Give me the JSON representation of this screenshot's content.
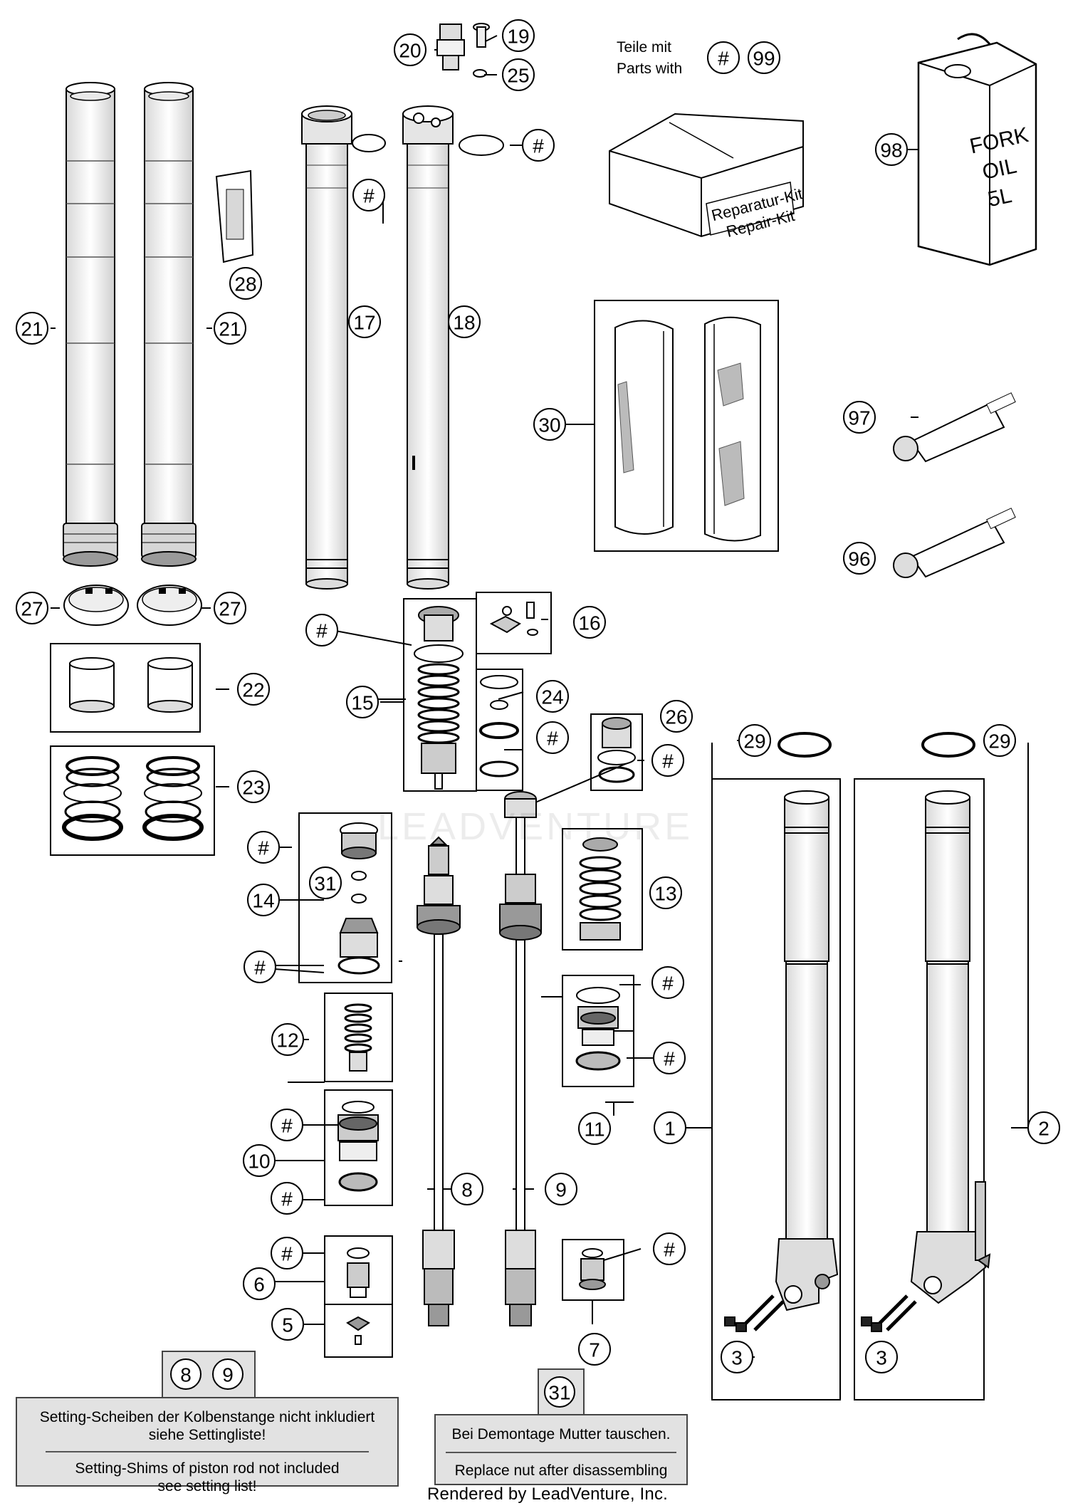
{
  "parts_note": {
    "line1": "Teile mit",
    "line2": "Parts with",
    "ref_hash": "#",
    "ref_kit": "99"
  },
  "callouts": {
    "c1": "1",
    "c2": "2",
    "c3": "3",
    "c5": "5",
    "c6": "6",
    "c7": "7",
    "c8": "8",
    "c9": "9",
    "c10": "10",
    "c11": "11",
    "c12": "12",
    "c13": "13",
    "c14": "14",
    "c15": "15",
    "c16": "16",
    "c17": "17",
    "c18": "18",
    "c19": "19",
    "c20": "20",
    "c21": "21",
    "c22": "22",
    "c23": "23",
    "c24": "24",
    "c25": "25",
    "c26": "26",
    "c27": "27",
    "c28": "28",
    "c29": "29",
    "c30": "30",
    "c31": "31",
    "c96": "96",
    "c97": "97",
    "c98": "98",
    "hash": "#"
  },
  "oil_can": {
    "line1": "FORK",
    "line2": "OIL",
    "line3": "5L"
  },
  "repair_kit": {
    "line1": "Reparatur-Kit",
    "line2": "Repair-Kit"
  },
  "note_shims": {
    "refs": [
      "8",
      "9"
    ],
    "de": [
      "Setting-Scheiben der Kolbenstange nicht inkludiert",
      "siehe Settingliste!"
    ],
    "en": [
      "Setting-Shims of piston rod not included",
      "see setting list!"
    ]
  },
  "note_nut": {
    "ref": "31",
    "de": "Bei Demontage Mutter tauschen.",
    "en": "Replace nut after disassembling"
  },
  "watermark": "LEADVENTURE",
  "footer": "Rendered by LeadVenture, Inc."
}
